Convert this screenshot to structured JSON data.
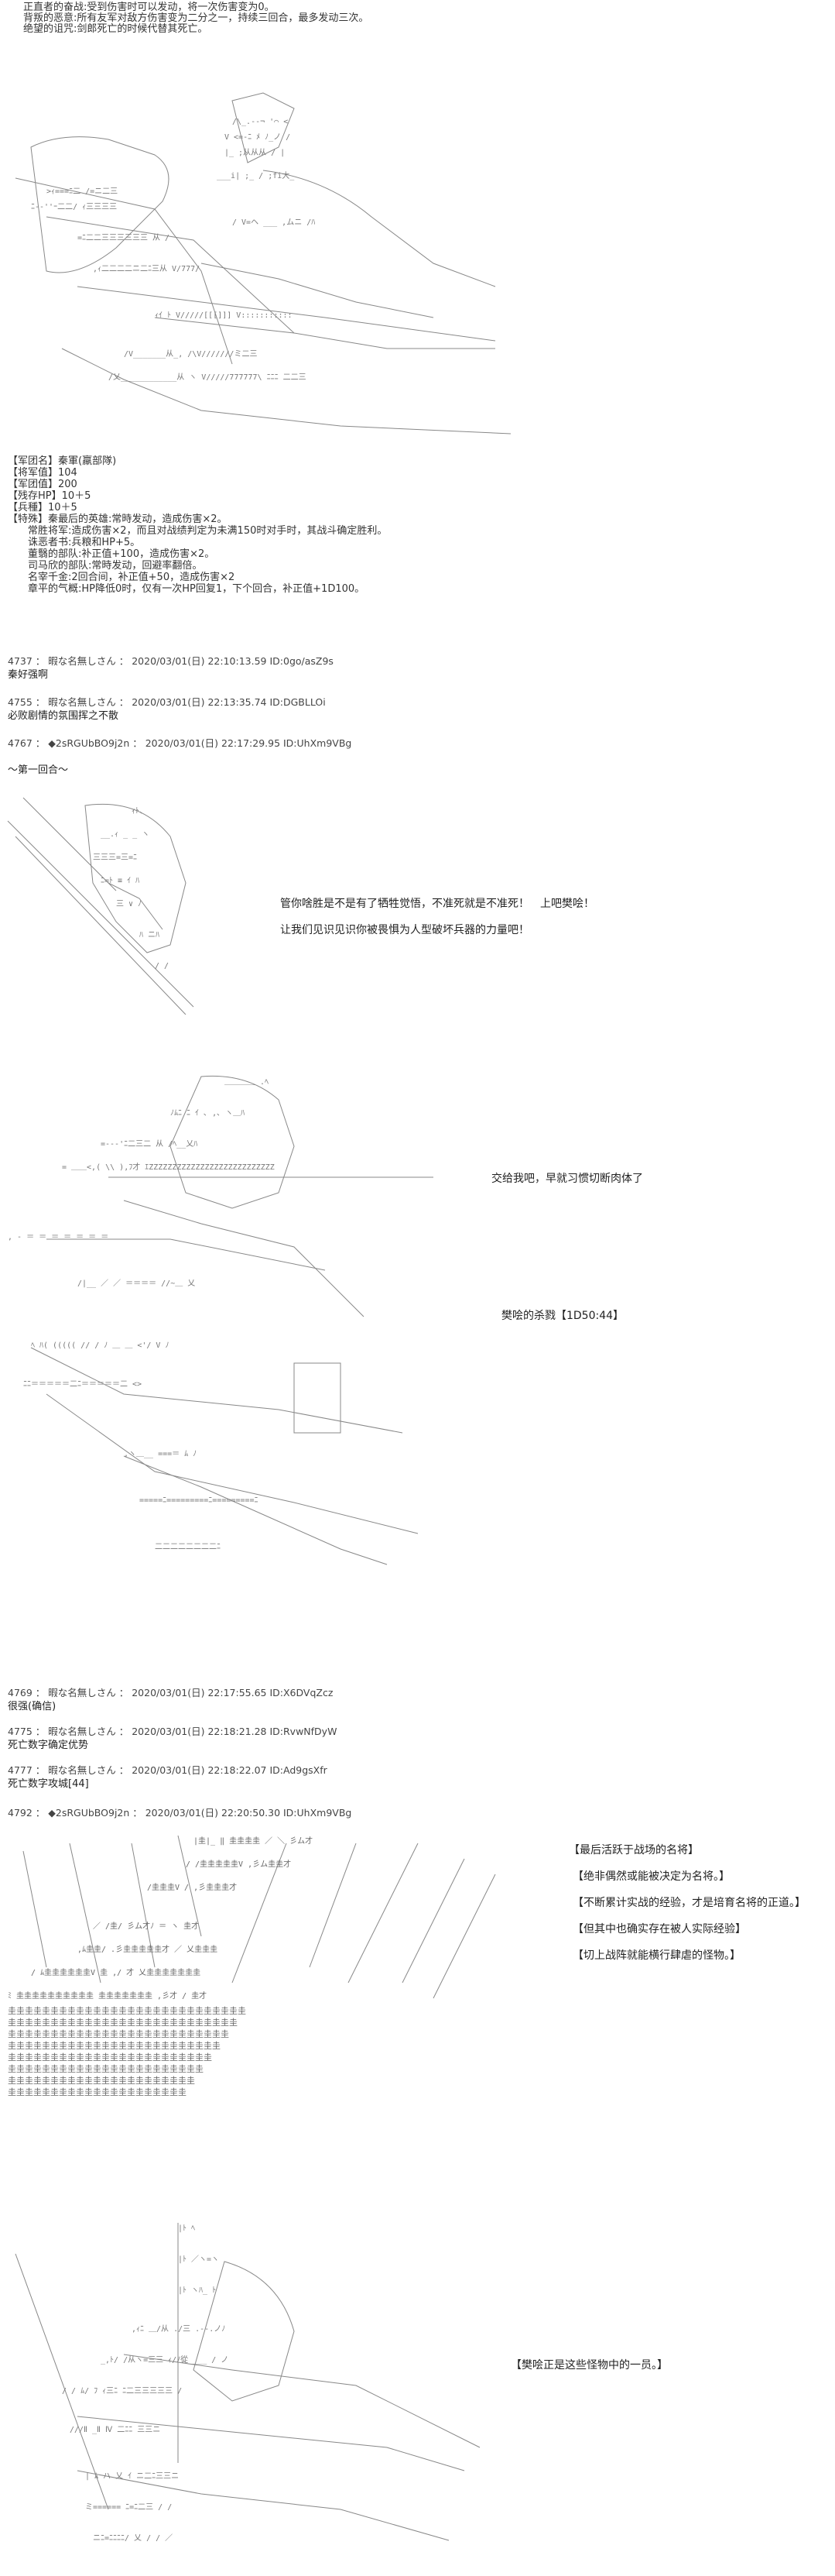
{
  "top_lines": [
    "正直者的奋战:受到伤害时可以发动，将一次伤害变为0。",
    "背叛的恶意:所有友军对敌方伤害变为二分之一，持续三回合，最多发动三次。",
    "绝望的诅咒:剑郎死亡的时候代替其死亡。"
  ],
  "unit_block": [
    "【军团名】秦軍(羸部隊)",
    "【将军值】104",
    "【军团值】200",
    "【残存HP】10＋5",
    "【兵種】10＋5",
    "【特殊】秦最后的英雄:常時发动，造成伤害×2。",
    "　　常胜将军:造成伤害×2，而且对战绩判定为未满150时对手时，其战斗确定胜利。",
    "　　诛恶者书:兵粮和HP+5。",
    "　　董翳的部队:补正值+100，造成伤害×2。",
    "　　司马欣的部队:常時发动，回避率翻倍。",
    "　　名宰千金:2回合间，补正值+50，造成伤害×2",
    "　　章平的气概:HP降低0时，仅有一次HP回复1，下个回合，补正值+1D100。"
  ],
  "posts_1": [
    {
      "header": "4737 ： 暇な名無しさん ： 2020/03/01(日) 22:10:13.59 ID:0go/asZ9s",
      "body": "秦好强啊"
    },
    {
      "header": "4755 ： 暇な名無しさん ： 2020/03/01(日) 22:13:35.74 ID:DGBLLOi",
      "body": "必败剧情的氛围挥之不散"
    },
    {
      "header": "4767 ： ◆2sRGUbBO9j2n ： 2020/03/01(日) 22:17:29.95 ID:UhXm9VBg",
      "body": ""
    }
  ],
  "round_label": "～第一回合～",
  "speech_1": [
    "管你啥胜是不是有了牺牲觉悟，不准死就是不准死！　上吧樊哙！",
    "让我们见识见识你被畏惧为人型破坏兵器的力量吧！"
  ],
  "speech_2": "交给我吧，早就习惯切断肉体了",
  "attack_label": "樊哙的杀戮【1D50:44】",
  "posts_2": [
    {
      "header": "4769 ： 暇な名無しさん ： 2020/03/01(日) 22:17:55.65 ID:X6DVqZcz",
      "body": "很强(确信)"
    },
    {
      "header": "4775 ： 暇な名無しさん ： 2020/03/01(日) 22:18:21.28 ID:RvwNfDyW",
      "body": "死亡数字确定优势"
    },
    {
      "header": "4777 ： 暇な名無しさん ： 2020/03/01(日) 22:18:22.07 ID:Ad9gsXfr",
      "body": "死亡数字攻城[44]"
    },
    {
      "header": "4792 ： ◆2sRGUbBO9j2n ： 2020/03/01(日) 22:20:50.30 ID:UhXm9VBg",
      "body": ""
    }
  ],
  "brackets": [
    "【最后活跃于战场的名将】",
    "【绝非偶然或能被决定为名将。】",
    "【不断累计实战的经验，才是培育名将的正道。】",
    "【但其中也确实存在被人实际经验】",
    "【切上战阵就能横行肆虐的怪物。】"
  ],
  "final_bracket": "【樊哙正是这些怪物中的一员。】"
}
